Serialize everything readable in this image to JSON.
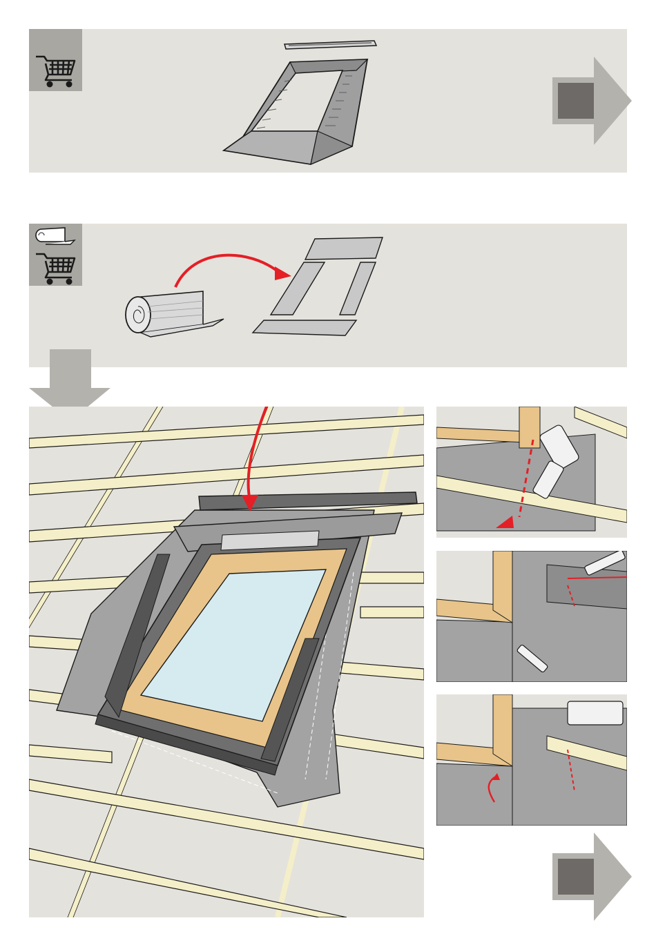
{
  "colors": {
    "panel_bg": "#e4e2dc",
    "icon_bg": "#a9a7a2",
    "arrow_grey": "#b4b2ad",
    "next_square": "#6e6a67",
    "red_arrow": "#e41f26",
    "batten": "#f4efc8",
    "membrane": "#a3a3a3",
    "frame_wood": "#e8c48a",
    "glass": "#d6ebf0"
  },
  "section1": {
    "shopping_icon": "shopping-cart-icon",
    "illustration": "underfelt-collar-kit",
    "next_arrow": "next-step-arrow-icon"
  },
  "section2": {
    "icons": [
      "membrane-roll-icon",
      "shopping-cart-icon"
    ],
    "illustration": "membrane-roll-cut-into-strips",
    "down_arrow": "down-arrow-icon"
  },
  "main_illustration": "roof-window-with-underfelt-collar-on-battens",
  "detail_steps": [
    "cut-corner-detail",
    "fold-and-cut-detail",
    "staple-detail"
  ],
  "next_arrow": "next-step-arrow-icon"
}
